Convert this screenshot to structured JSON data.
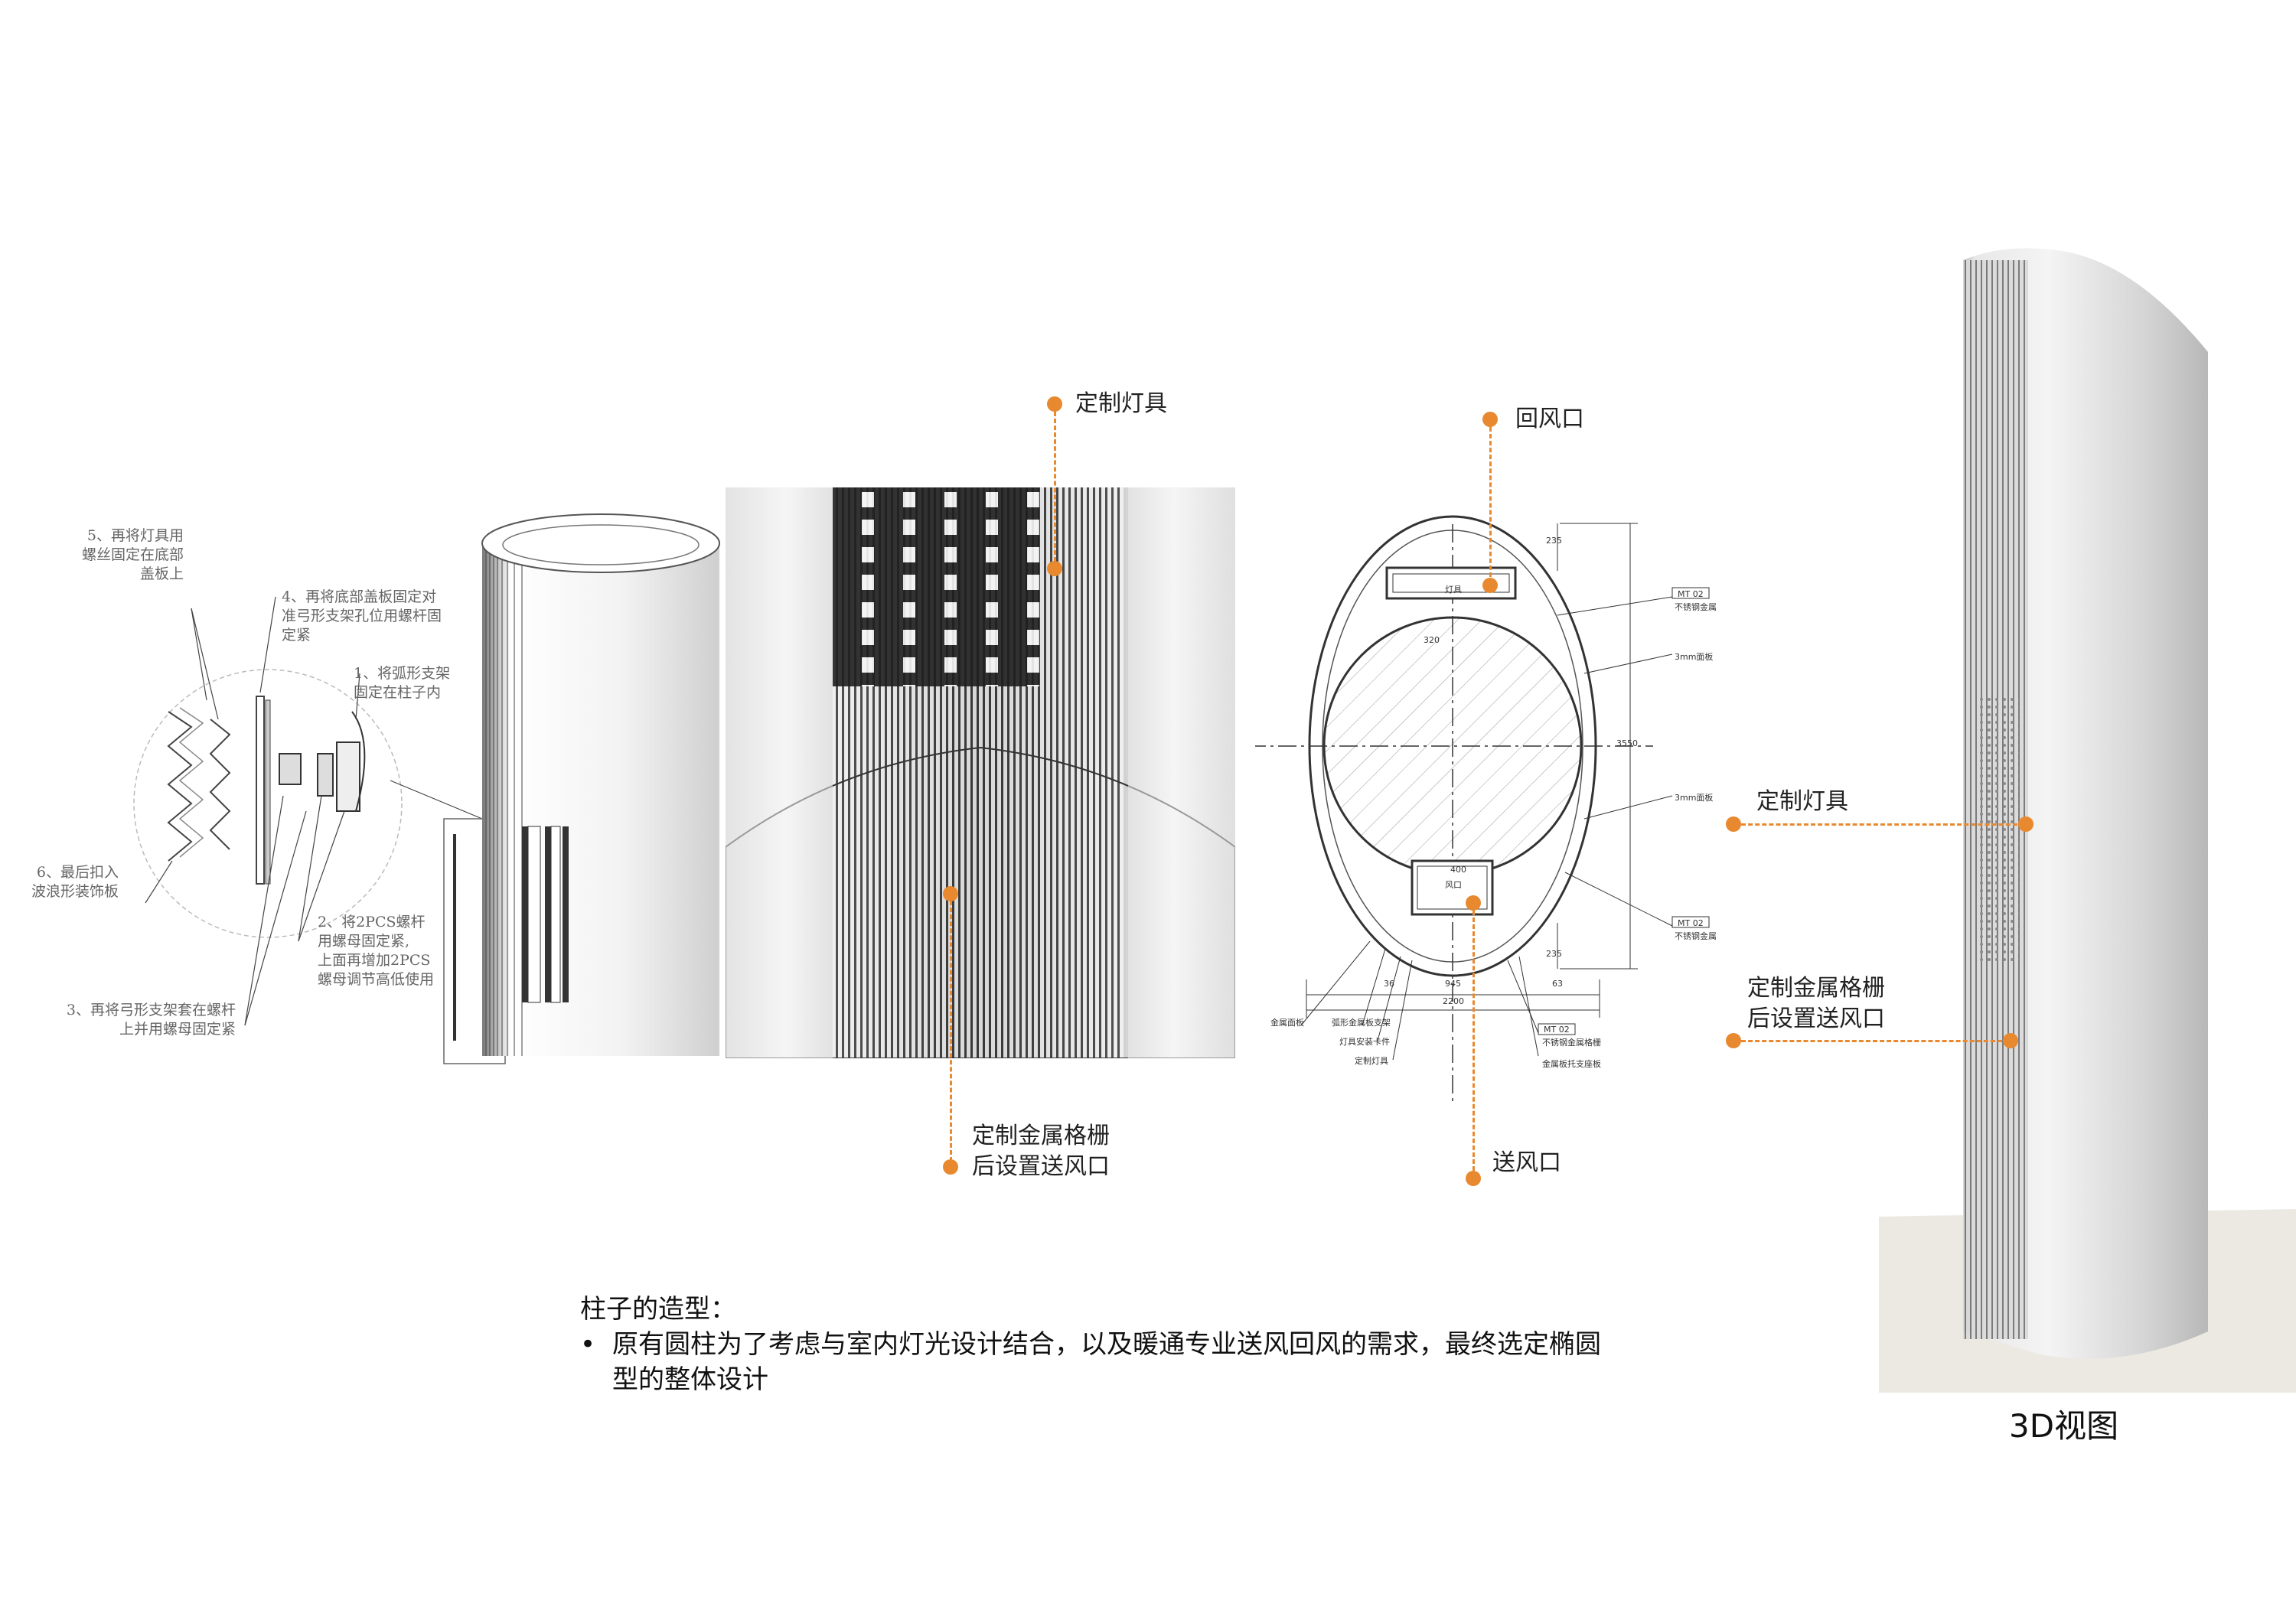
{
  "colors": {
    "accent": "#e8892f",
    "line": "#333333",
    "note": "#666666"
  },
  "callouts": {
    "custom_lamp_top": "定制灯具",
    "return_air": "回风口",
    "grille_line1": "定制金属格栅",
    "grille_line2": "后设置送风口",
    "supply_air": "送风口",
    "custom_lamp_3d": "定制灯具",
    "grille_3d_line1": "定制金属格栅",
    "grille_3d_line2": "后设置送风口"
  },
  "install_notes": {
    "step5": [
      "5、再将灯具用",
      "螺丝固定在底部",
      "盖板上"
    ],
    "step4": [
      "4、再将底部盖板固定对",
      "准弓形支架孔位用螺杆固",
      "定紧"
    ],
    "step1": [
      "1、将弧形支架",
      "固定在柱子内"
    ],
    "step6": [
      "6、最后扣入",
      "波浪形装饰板"
    ],
    "step2": [
      "2、将2PCS螺杆",
      "用螺母固定紧,",
      "上面再增加2PCS",
      "螺母调节高低使用"
    ],
    "step3": [
      "3、再将弓形支架套在螺杆",
      "上并用螺母固定紧"
    ]
  },
  "plan": {
    "dim_top": "235",
    "dim_total": "3550",
    "dim_bottom": "235",
    "dim_width": "2200",
    "dim_inner": "945",
    "dim_box": "400",
    "dim_box2": "320",
    "dim_left": "36",
    "dim_right": "63",
    "box_top_label": "灯具",
    "box_bottom_label": "风口",
    "tag_mt": "MT 02",
    "tag_steel": "不锈钢金属",
    "tag_3mm": "3mm面板",
    "labels_left": [
      "金属面板",
      "弧形金属板支架",
      "灯具安装卡件",
      "定制灯具"
    ],
    "labels_right": [
      "不锈钢金属格栅",
      "金属板托支座板"
    ]
  },
  "description": {
    "title": "柱子的造型：",
    "bullet": "•",
    "line1": "原有圆柱为了考虑与室内灯光设计结合，以及暖通专业送风回风的需求，最终选定椭圆",
    "line2": "型的整体设计"
  },
  "caption_3d": "3D视图"
}
